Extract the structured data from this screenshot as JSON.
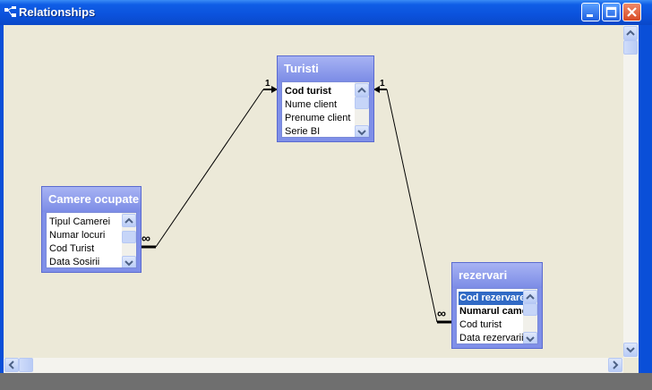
{
  "window": {
    "title": "Relationships"
  },
  "tables": [
    {
      "id": "turisti",
      "title": "Turisti",
      "fields": [
        {
          "label": "Cod turist",
          "pk": true,
          "selected": false
        },
        {
          "label": "Nume client",
          "pk": false,
          "selected": false
        },
        {
          "label": "Prenume client",
          "pk": false,
          "selected": false
        },
        {
          "label": "Serie BI",
          "pk": false,
          "selected": false
        }
      ]
    },
    {
      "id": "camere",
      "title": "Camere ocupate",
      "fields": [
        {
          "label": "Tipul Camerei",
          "pk": false,
          "selected": false
        },
        {
          "label": "Numar locuri",
          "pk": false,
          "selected": false
        },
        {
          "label": "Cod Turist",
          "pk": false,
          "selected": false
        },
        {
          "label": "Data Sosirii",
          "pk": false,
          "selected": false
        }
      ]
    },
    {
      "id": "rezervari",
      "title": "rezervari",
      "fields": [
        {
          "label": "Cod rezervare",
          "pk": true,
          "selected": true
        },
        {
          "label": "Numarul camerei",
          "pk": true,
          "selected": false
        },
        {
          "label": "Cod turist",
          "pk": false,
          "selected": false
        },
        {
          "label": "Data rezervarii",
          "pk": false,
          "selected": false
        }
      ]
    }
  ],
  "relationships": {
    "one_label": "1",
    "many_label": "∞"
  },
  "colors": {
    "titlebar": "#0b52dc",
    "table_header": "#7f8fe8",
    "canvas": "#ece9d8",
    "selection": "#316ac5"
  }
}
